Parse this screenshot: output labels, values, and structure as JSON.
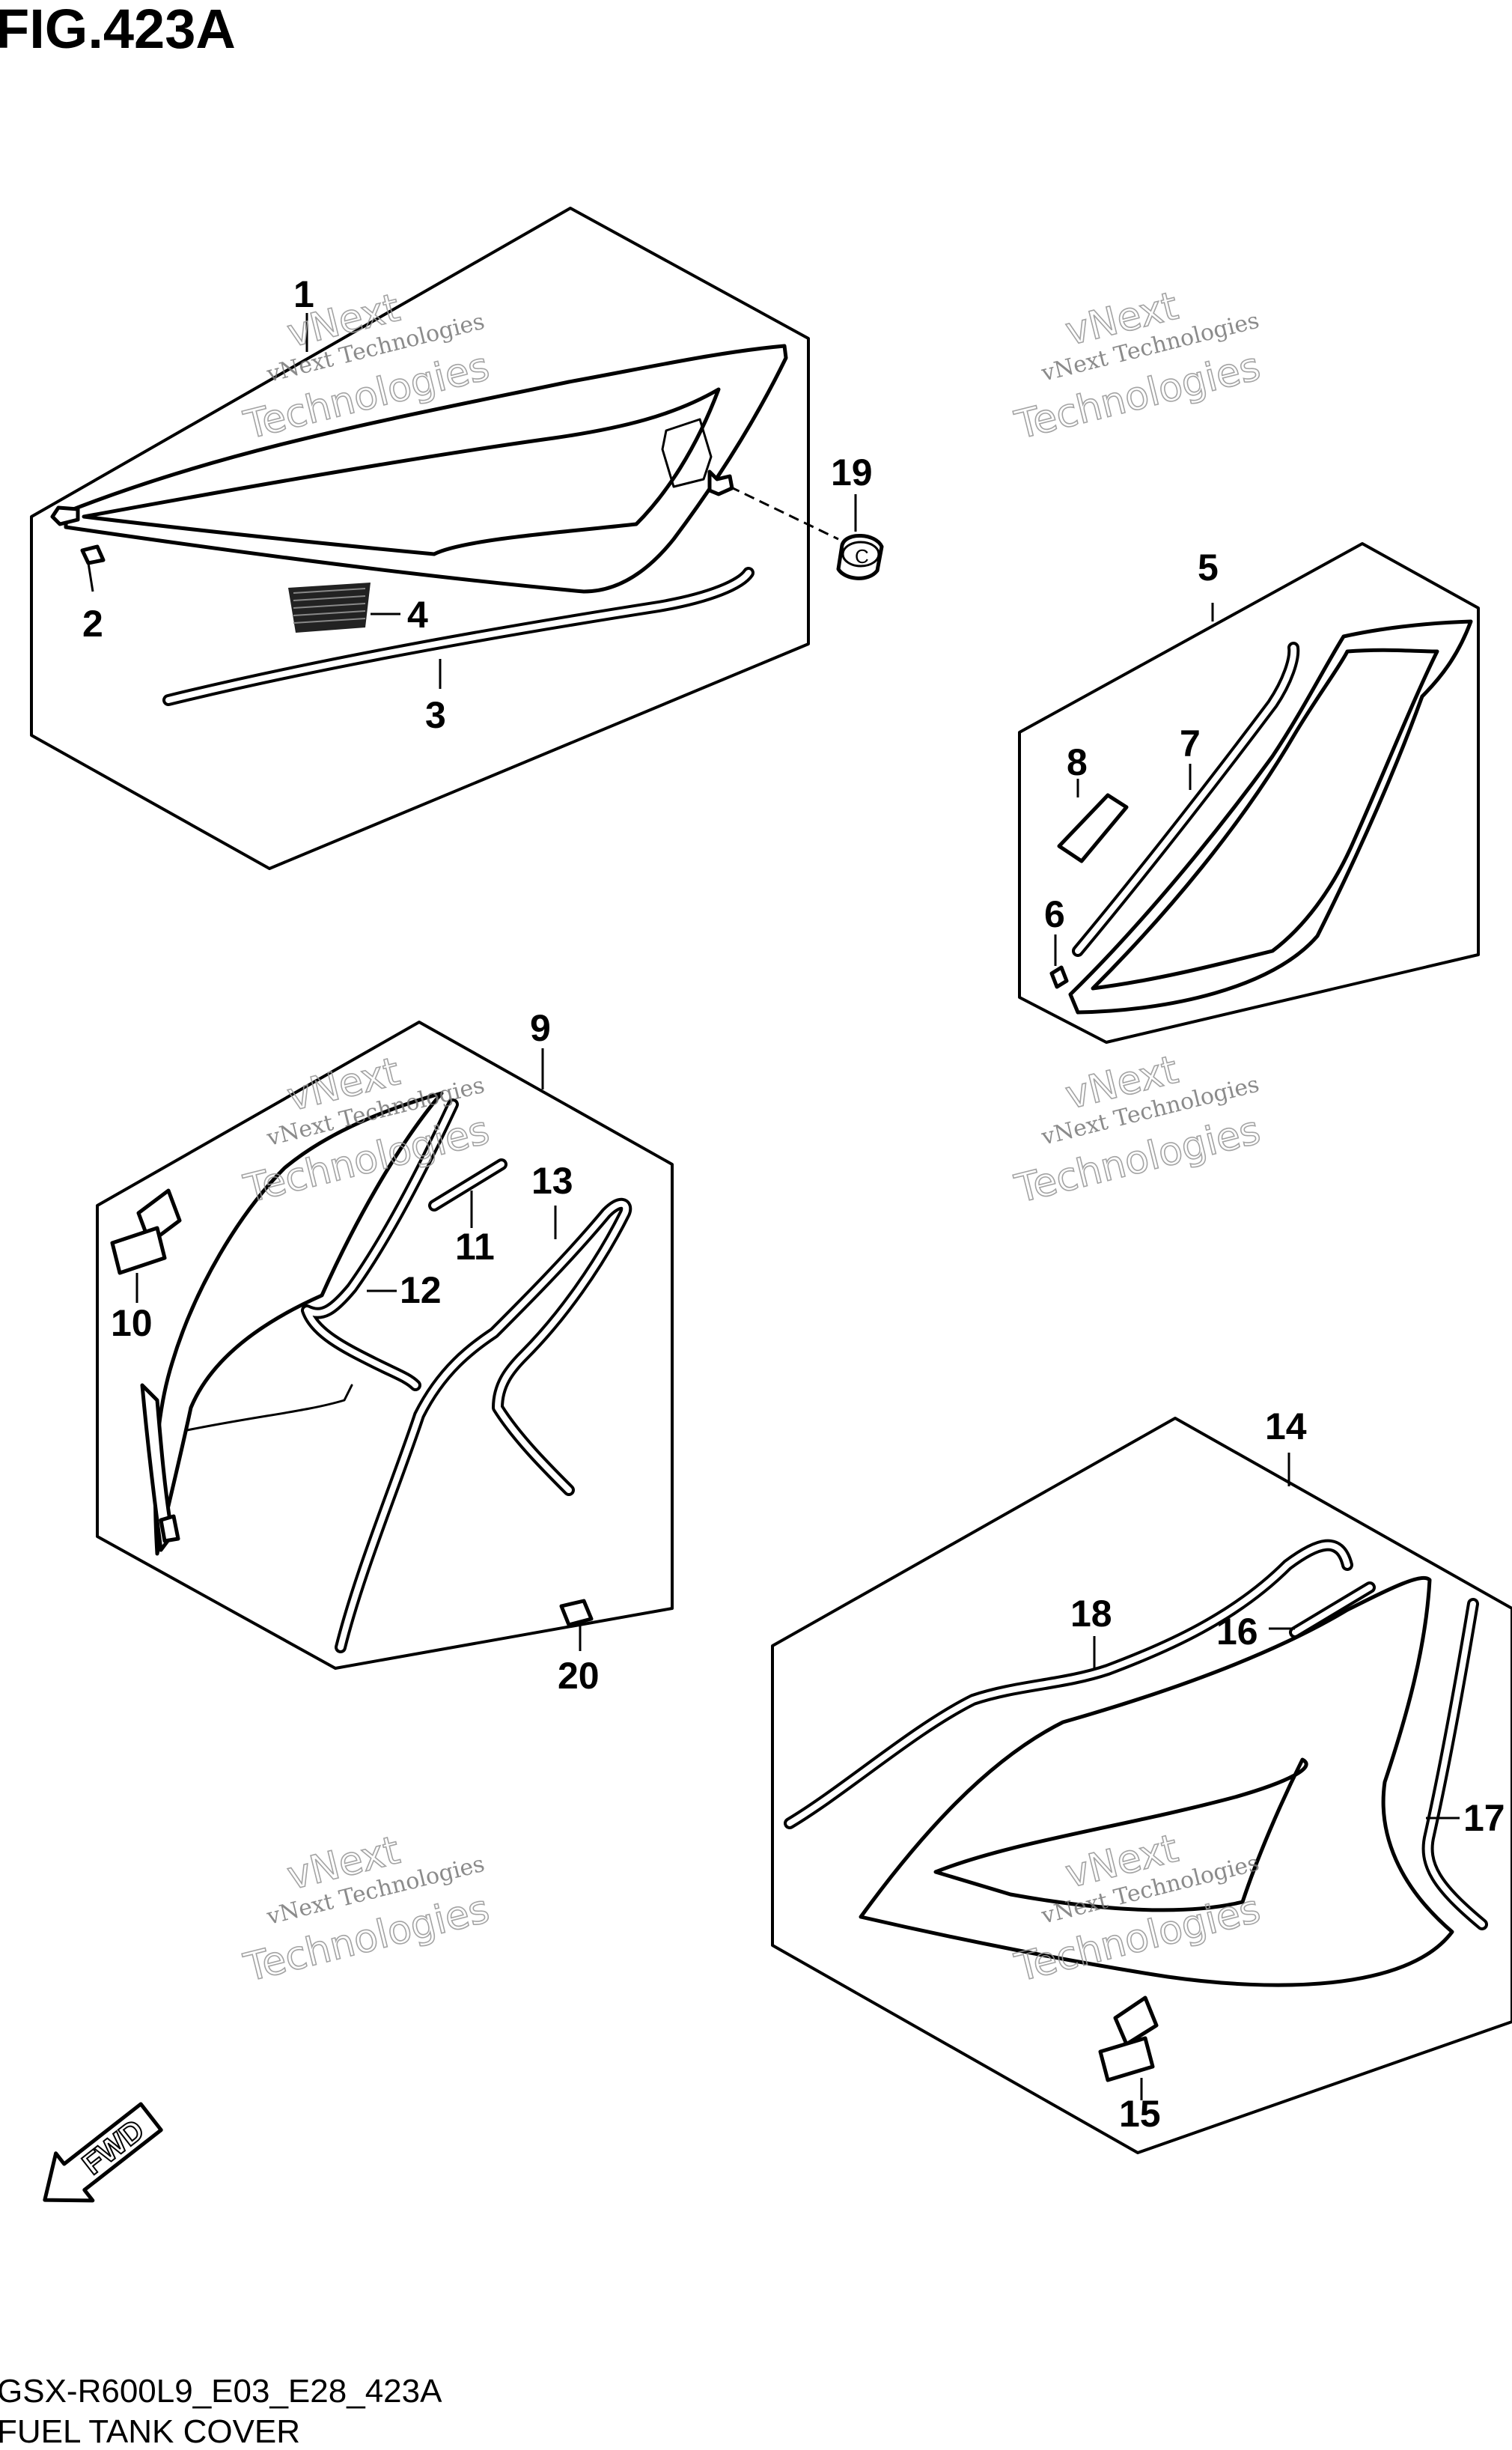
{
  "figure": {
    "title": "FIG.423A",
    "model_code": "GSX-R600L9_E03_E28_423A",
    "caption": "FUEL TANK COVER"
  },
  "callouts": {
    "c1": "1",
    "c2": "2",
    "c3": "3",
    "c4": "4",
    "c5": "5",
    "c6": "6",
    "c7": "7",
    "c8": "8",
    "c9": "9",
    "c10": "10",
    "c11": "11",
    "c12": "12",
    "c13": "13",
    "c14": "14",
    "c15": "15",
    "c16": "16",
    "c17": "17",
    "c18": "18",
    "c19": "19",
    "c20": "20"
  },
  "watermark": {
    "line1": "vNext Technologies",
    "line2": "Technologies",
    "line3": "vNext"
  },
  "fwd_arrow": {
    "label": "FWD"
  },
  "fastener_19": {
    "label": "C"
  }
}
